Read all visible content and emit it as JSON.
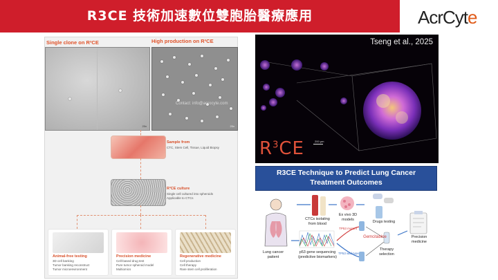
{
  "header": {
    "title": "R3CE 技術加速數位雙胞胎醫療應用",
    "logo_prefix": "Acr",
    "logo_mid": "C",
    "logo_suffix": "yt",
    "logo_end": "e"
  },
  "left_panel": {
    "label_single": "Single clone on R³CE",
    "label_high": "High production on R³CE",
    "watermark": "Contact: info@acrocyte.com",
    "scale_label": "20x",
    "sample_title": "Sample from",
    "sample_desc": "CTC, Stem Cell, Tissue, Liquid Biopsy",
    "culture_title": "R³CE culture",
    "culture_desc1": "Single cell cultured into spheroids",
    "culture_desc2": "Applicable to CTCs",
    "cards": [
      {
        "title": "Animal-free testing",
        "items": [
          "3D cell banking",
          "Tumor banking reconstruct",
          "Tumor microenvironment"
        ]
      },
      {
        "title": "Precision medicine",
        "items": [
          "Cell-based drug test",
          "Pure tumor spheroid model",
          "Multiomics"
        ]
      },
      {
        "title": "Regenerative medicine",
        "items": [
          "Cell production",
          "Cell therapy",
          "Rare stem cell proliferation"
        ]
      }
    ]
  },
  "micro_image": {
    "citation": "Tseng et al., 2025",
    "brand_base": "R",
    "brand_sup": "3",
    "brand_rest": "CE",
    "scale": "200 μm"
  },
  "banner": {
    "line1": "R3CE Technique to Predict Lung Cancer",
    "line2": "Treatment Outcomes"
  },
  "diagram": {
    "ctc": "CTCs isolating\nfrom blood",
    "exvivo": "Ex vivo 3D\nmodels",
    "drugs": "Drugs testing",
    "patient": "Lung cancer\npatient",
    "p53": "p53 gene sequencing\n(predictive biomarkers)",
    "tp53_mut": "TP53 mutant",
    "tp53_wt": "TP53 wild-type",
    "gemcitabine": "Gemcitabine",
    "therapy": "Therapy\nselection",
    "precision": "Precision\nmedicine"
  },
  "colors": {
    "header_red": "#cf1e2b",
    "banner_blue": "#29509a",
    "accent_orange": "#e05a18"
  }
}
